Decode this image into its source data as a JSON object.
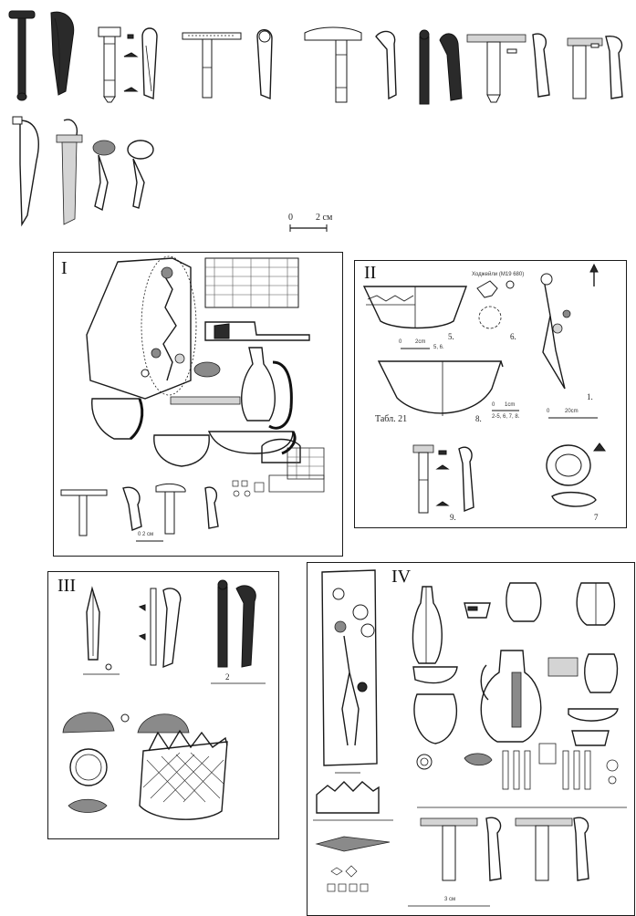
{
  "top_scale": {
    "zero": "0",
    "length": "2 см"
  },
  "panels": {
    "p1": {
      "label": "I",
      "scale": "0  2 см"
    },
    "p2": {
      "label": "II",
      "header": "Ходжейли (М19 680)",
      "table_label": "Табл. 21",
      "fig_5": "5.",
      "fig_6": "6.",
      "fig_8": "8.",
      "fig_9": "9.",
      "fig_7": "7",
      "fig_1": "1.",
      "scale_a_zero": "0",
      "scale_a_len": "2cm",
      "scale_a_note": "5, 6.",
      "scale_b_zero": "0",
      "scale_b_len": "1cm",
      "scale_b_note": "2-5, 6, 7, 8.",
      "scale_c_zero": "0",
      "scale_c_len": "20cm"
    },
    "p3": {
      "label": "III",
      "fig_2": "2"
    },
    "p4": {
      "label": "IV",
      "scale": "3 см"
    }
  }
}
